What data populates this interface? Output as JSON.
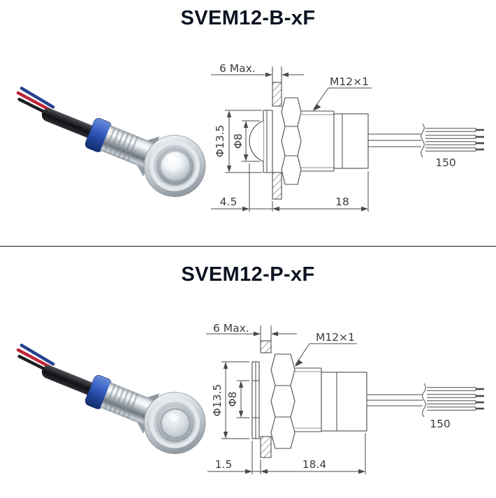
{
  "page": {
    "type": "product-datasheet-dimension-diagram",
    "colors": {
      "title_text": "#0d1322",
      "drawing_lines": "#4a4a4a",
      "mounting_ring_blue": "#3a63c4",
      "wire_red": "#bf2638",
      "wire_blue": "#26418f",
      "metal_chrome": "#c9d0d6"
    }
  },
  "sections": [
    {
      "title": "SVEM12-B-xF",
      "lens_style": "domed",
      "drawing": {
        "panel_thickness_label": "6 Max.",
        "thread_label": "M12×1",
        "flange_dia_label": "Φ13.5",
        "lens_dia_label": "Φ8",
        "front_protrusion_label": "4.5",
        "body_length_label": "18",
        "wire_length_label": "150"
      }
    },
    {
      "title": "SVEM12-P-xF",
      "lens_style": "flat",
      "drawing": {
        "panel_thickness_label": "6 Max.",
        "thread_label": "M12×1",
        "flange_dia_label": "Φ13.5",
        "lens_dia_label": "Φ8",
        "front_protrusion_label": "1.5",
        "body_length_label": "18.4",
        "wire_length_label": "150"
      }
    }
  ]
}
